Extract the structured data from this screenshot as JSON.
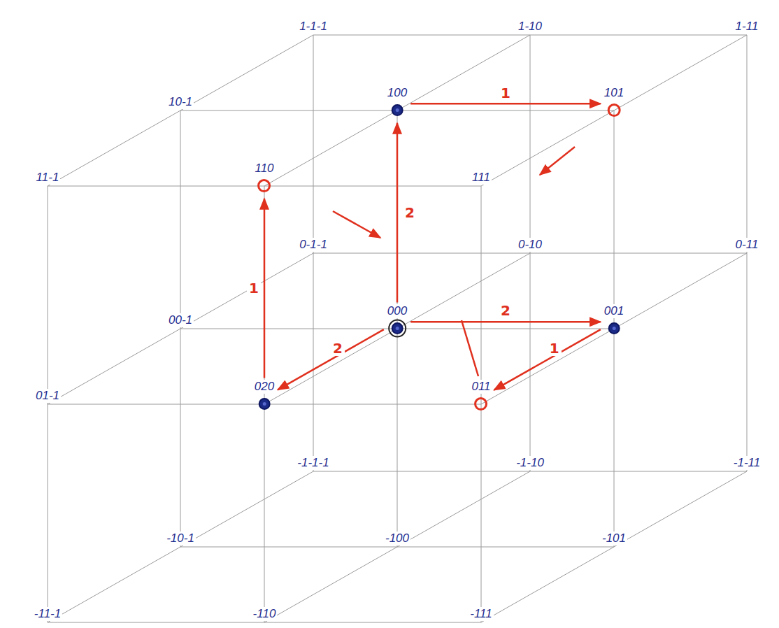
{
  "diagram": {
    "nodes": [
      {
        "text": [
          "100"
        ]
      },
      {
        "text": [
          "101"
        ]
      },
      {
        "text": [
          "110"
        ]
      },
      {
        "text": [
          "000"
        ]
      },
      {
        "text": [
          "001"
        ]
      },
      {
        "text": [
          "020"
        ]
      },
      {
        "text": [
          "011"
        ]
      }
    ],
    "edges": [
      {
        "from": 0,
        "to": 1,
        "arrow": "to",
        "label": "1"
      },
      {
        "from": 5,
        "to": 2,
        "arrow": "to",
        "label": "1"
      },
      {
        "from": 4,
        "to": 6,
        "arrow": "to",
        "label": "1"
      },
      {
        "from": 3,
        "to": 0,
        "arrow": "to",
        "label": "2"
      },
      {
        "from": 3,
        "to": 4,
        "arrow": "to",
        "label": "2"
      },
      {
        "from": 3,
        "to": 5,
        "arrow": "to",
        "label": "2"
      }
    ],
    "labels": [
      "1-1-1",
      "1-10",
      "1-11",
      "10-1",
      "11-1",
      "111",
      "0-1-1",
      "0-10",
      "0-11",
      "00-1",
      "01-1",
      "-1-1-1",
      "-1-10",
      "-1-11",
      "-10-1",
      "-100",
      "-101",
      "-11-1",
      "-110",
      "-111"
    ]
  }
}
